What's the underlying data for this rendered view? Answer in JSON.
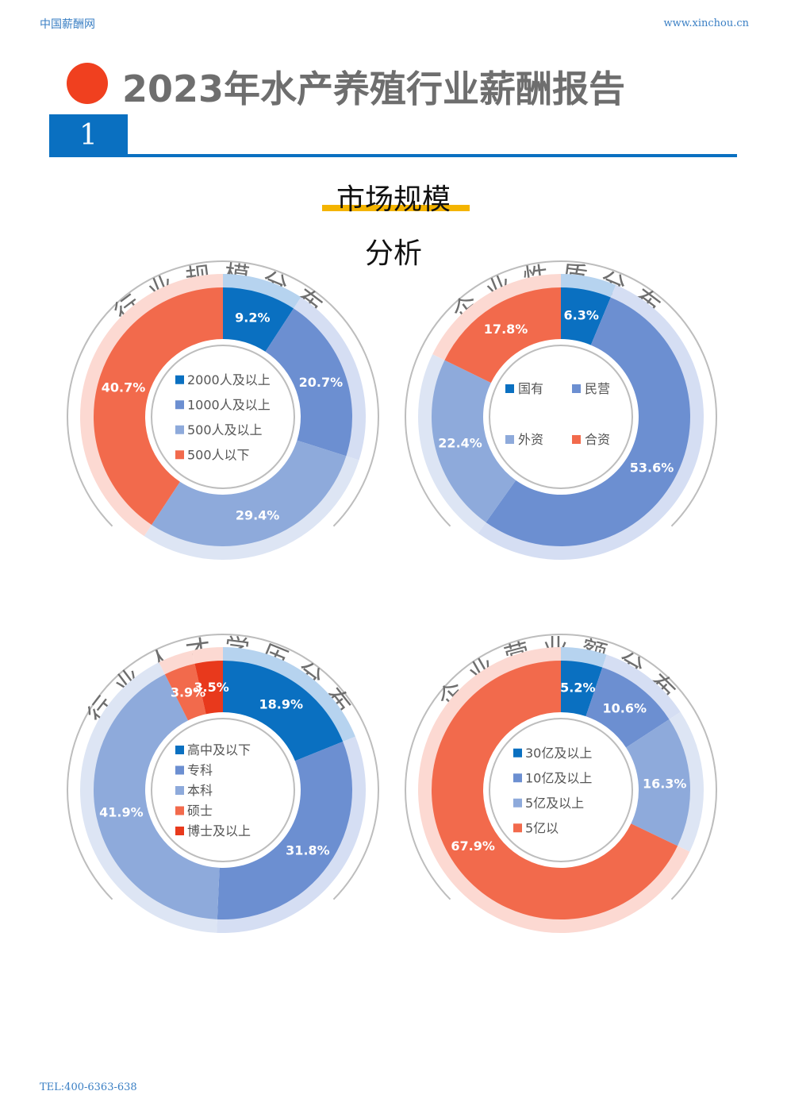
{
  "header": {
    "site_name": "中国薪酬网",
    "site_url": "www.xinchou.cn"
  },
  "title": "2023年水产养殖行业薪酬报告",
  "section": {
    "number": "1",
    "title_line1": "市场规模",
    "title_line2": "分析"
  },
  "footer": {
    "tel": "TEL:400-6363-638"
  },
  "colors": {
    "blue_dark": "#0a70c1",
    "blue_mid": "#6c8fd1",
    "blue_light": "#8eaadb",
    "red_orange": "#f26a4c",
    "red": "#e8391c",
    "gray_ring": "#bdbdbd"
  },
  "chart_data": [
    {
      "type": "pie",
      "title": "行业规模分布",
      "categories": [
        "2000人及以上",
        "1000人及以上",
        "500人及以上",
        "500人以下"
      ],
      "values": [
        9.2,
        20.7,
        29.4,
        40.7
      ],
      "labels": [
        "9.2%",
        "20.7%",
        "29.4%",
        "40.7%"
      ],
      "legend_layout": "column"
    },
    {
      "type": "pie",
      "title": "企业性质分布",
      "categories": [
        "国有",
        "民营",
        "外资",
        "合资"
      ],
      "values": [
        6.3,
        53.6,
        22.4,
        17.8
      ],
      "labels": [
        "6.3%",
        "53.6%",
        "22.4%",
        "17.8%"
      ],
      "legend_layout": "grid"
    },
    {
      "type": "pie",
      "title": "行业人才学历分布",
      "categories": [
        "高中及以下",
        "专科",
        "本科",
        "硕士",
        "博士及以上"
      ],
      "values": [
        18.9,
        31.8,
        41.9,
        3.9,
        3.5
      ],
      "labels": [
        "18.9%",
        "31.8%",
        "41.9%",
        "3.9%",
        "3.5%"
      ],
      "legend_layout": "column"
    },
    {
      "type": "pie",
      "title": "企业营业额分布",
      "categories": [
        "30亿及以上",
        "10亿及以上",
        "5亿及以上",
        "5亿以"
      ],
      "values": [
        5.2,
        10.6,
        16.3,
        67.9
      ],
      "labels": [
        "5.2%",
        "10.6%",
        "16.3%",
        "67.9%"
      ],
      "legend_layout": "column"
    }
  ]
}
